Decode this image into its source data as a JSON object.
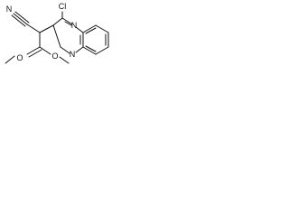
{
  "molecule": {
    "atoms": {
      "nitrile_n": "N",
      "chloro": "Cl",
      "ring_n_top": "N",
      "ring_n_bottom": "N",
      "carbonyl_o": "O",
      "ester_o": "O"
    }
  }
}
